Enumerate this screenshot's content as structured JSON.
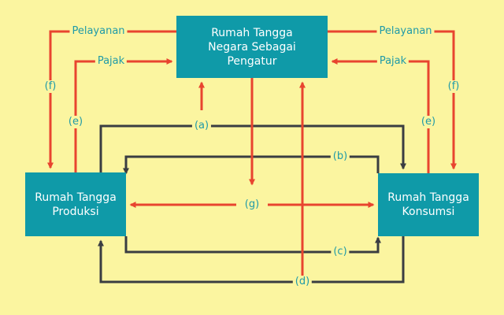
{
  "boxes": {
    "government": "Rumah Tangga\nNegara Sebagai\nPengatur",
    "production": "Rumah Tangga\nProduksi",
    "consumption": "Rumah Tangga\nKonsumsi"
  },
  "labels": {
    "service_left": "Pelayanan",
    "service_right": "Pelayanan",
    "tax_left": "Pajak",
    "tax_right": "Pajak",
    "f_left": "(f)",
    "f_right": "(f)",
    "e_left": "(e)",
    "e_right": "(e)",
    "a": "(a)",
    "b": "(b)",
    "c": "(c)",
    "d": "(d)",
    "g": "(g)"
  },
  "colors": {
    "background": "#fbf5a0",
    "box": "#0f9aa8",
    "box_text": "#ffffff",
    "label": "#1f9aa8",
    "red_arrow": "#e8442f",
    "dark_arrow": "#3a3d42"
  }
}
